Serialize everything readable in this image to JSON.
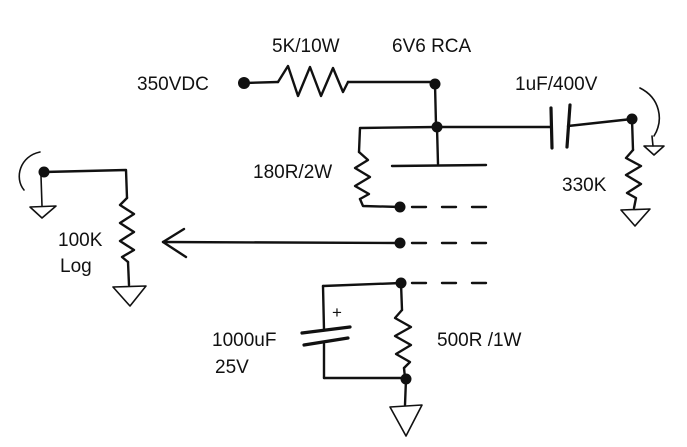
{
  "labels": {
    "supply": "350VDC",
    "dropping_resistor": "5K/10W",
    "tube": "6V6 RCA",
    "coupling_cap": "1uF/400V",
    "output_resistor": "330K",
    "cathode_feedback_resistor": "180R/2W",
    "volume_pot_value": "100K",
    "volume_pot_taper": "Log",
    "bypass_cap_value": "1000uF",
    "bypass_cap_voltage": "25V",
    "cathode_resistor": "500R /1W",
    "polarity_mark": "+"
  }
}
